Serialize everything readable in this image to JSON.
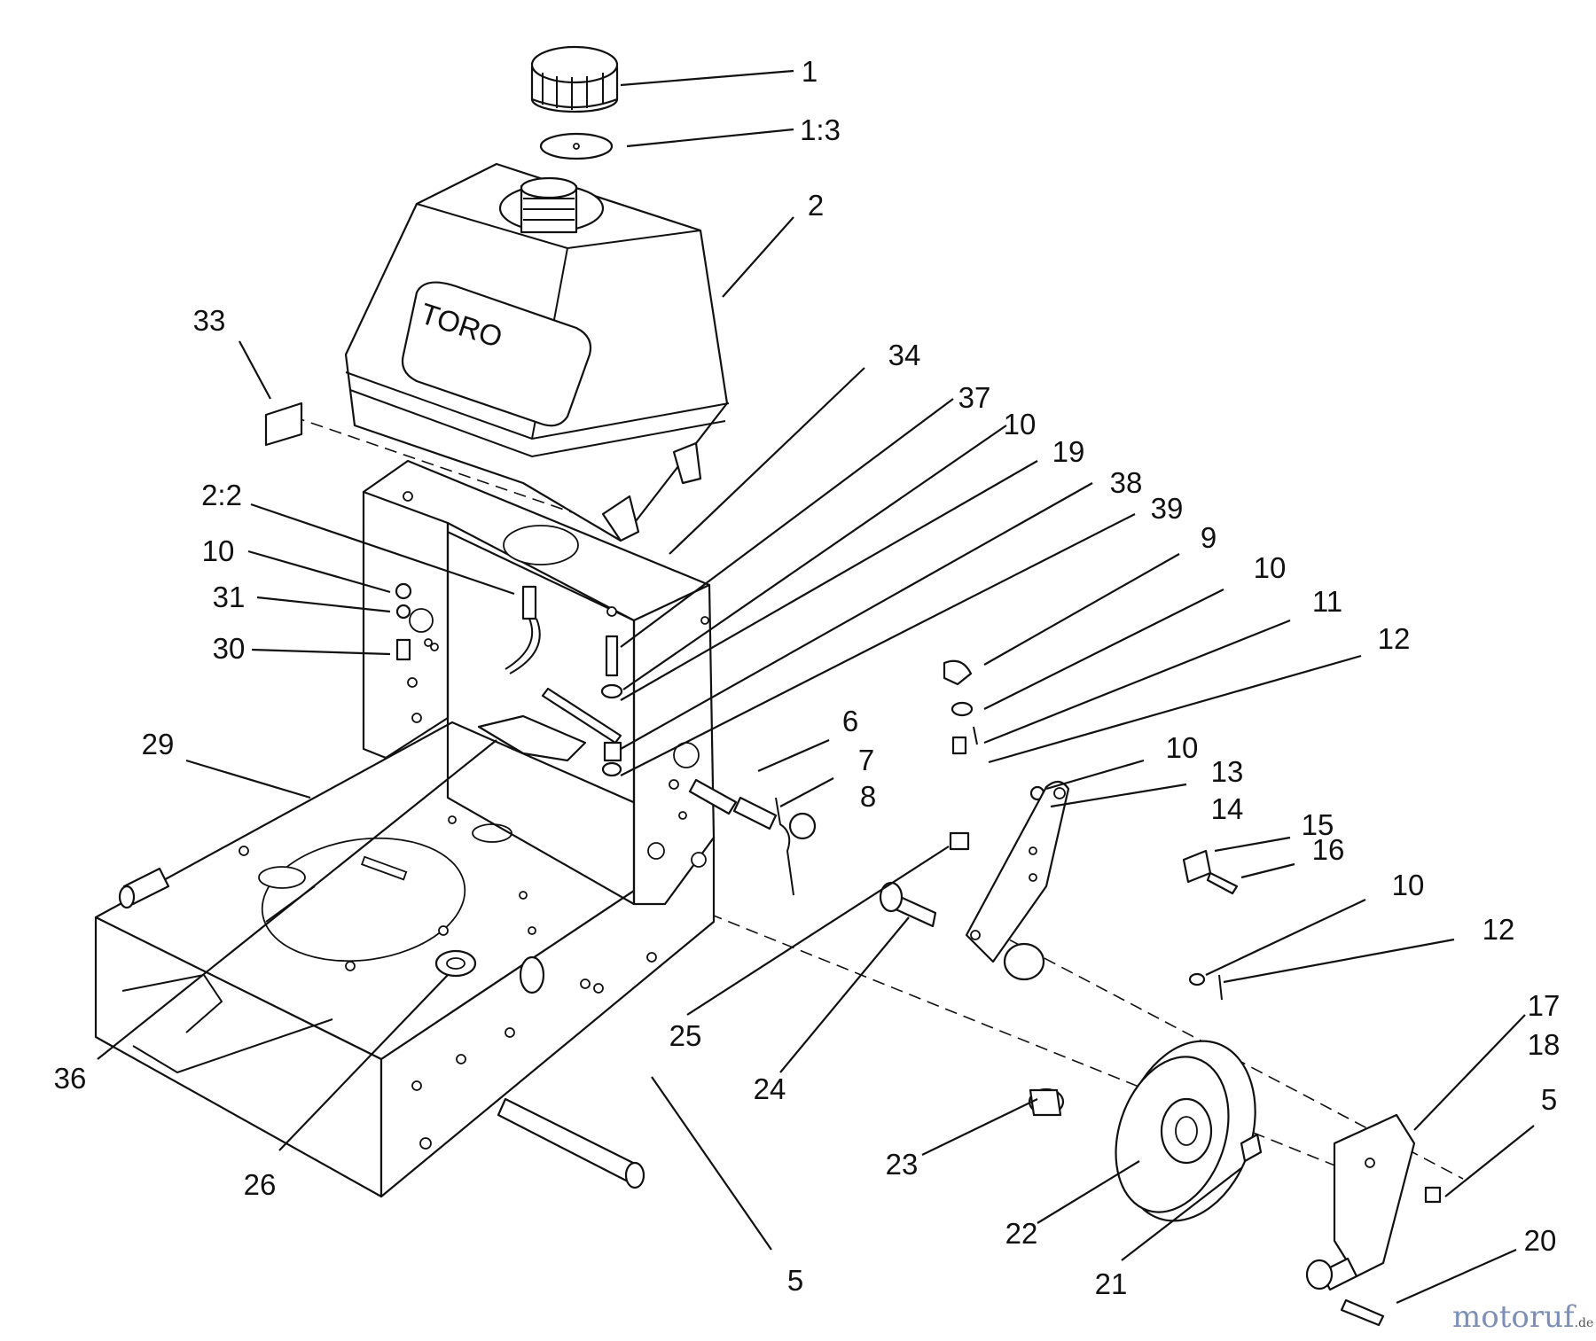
{
  "brand_on_tank": "TORO",
  "watermark": {
    "main": "motoruf",
    "suffix": ".de",
    "colors": {
      "blue": "#7d8fb6",
      "orange": "#d9a23a"
    }
  },
  "callouts": [
    {
      "text": "1"
    },
    {
      "text": "1:3"
    },
    {
      "text": "2"
    },
    {
      "text": "33"
    },
    {
      "text": "34"
    },
    {
      "text": "37"
    },
    {
      "text": "10"
    },
    {
      "text": "19"
    },
    {
      "text": "38"
    },
    {
      "text": "39"
    },
    {
      "text": "2:2"
    },
    {
      "text": "10"
    },
    {
      "text": "31"
    },
    {
      "text": "30"
    },
    {
      "text": "9"
    },
    {
      "text": "10"
    },
    {
      "text": "11"
    },
    {
      "text": "12"
    },
    {
      "text": "6"
    },
    {
      "text": "7"
    },
    {
      "text": "8"
    },
    {
      "text": "29"
    },
    {
      "text": "10"
    },
    {
      "text": "13"
    },
    {
      "text": "14"
    },
    {
      "text": "15"
    },
    {
      "text": "16"
    },
    {
      "text": "10"
    },
    {
      "text": "12"
    },
    {
      "text": "36"
    },
    {
      "text": "25"
    },
    {
      "text": "24"
    },
    {
      "text": "26"
    },
    {
      "text": "17"
    },
    {
      "text": "18"
    },
    {
      "text": "5"
    },
    {
      "text": "23"
    },
    {
      "text": "22"
    },
    {
      "text": "21"
    },
    {
      "text": "20"
    },
    {
      "text": "5"
    }
  ]
}
